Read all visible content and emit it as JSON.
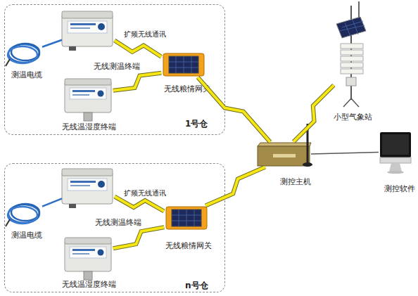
{
  "diagram": {
    "nodes": [
      {
        "text": [
          "1号仓"
        ]
      },
      {
        "text": [
          "测温电缆"
        ],
        "in": 0
      },
      {
        "text": [
          "无线测温终端"
        ],
        "in": 0
      },
      {
        "text": [
          "无线温湿度终端"
        ],
        "in": 0
      },
      {
        "text": [
          "无线粮情网关"
        ],
        "in": 0
      },
      {
        "text": [
          "n号仓"
        ]
      },
      {
        "text": [
          "测温电缆"
        ],
        "in": 5
      },
      {
        "text": [
          "无线测温终端"
        ],
        "in": 5
      },
      {
        "text": [
          "无线温湿度终端"
        ],
        "in": 5
      },
      {
        "text": [
          "无线粮情网关"
        ],
        "in": 5
      },
      {
        "text": [
          "测控主机"
        ]
      },
      {
        "text": [
          "小型气象站"
        ]
      },
      {
        "text": [
          "测控软件"
        ]
      }
    ],
    "edges": [
      {
        "from": 1,
        "to": 2,
        "arrow": "none"
      },
      {
        "from": 2,
        "to": 4,
        "label": "扩频无线通讯",
        "arrow": "none"
      },
      {
        "from": 3,
        "to": 4,
        "arrow": "none"
      },
      {
        "from": 4,
        "to": 10,
        "arrow": "none"
      },
      {
        "from": 6,
        "to": 7,
        "arrow": "none"
      },
      {
        "from": 7,
        "to": 9,
        "label": "扩频无线通讯",
        "arrow": "none"
      },
      {
        "from": 8,
        "to": 9,
        "arrow": "none"
      },
      {
        "from": 9,
        "to": 10,
        "arrow": "none"
      },
      {
        "from": 11,
        "to": 10,
        "arrow": "none"
      },
      {
        "from": 10,
        "to": 12,
        "arrow": "none"
      }
    ]
  }
}
